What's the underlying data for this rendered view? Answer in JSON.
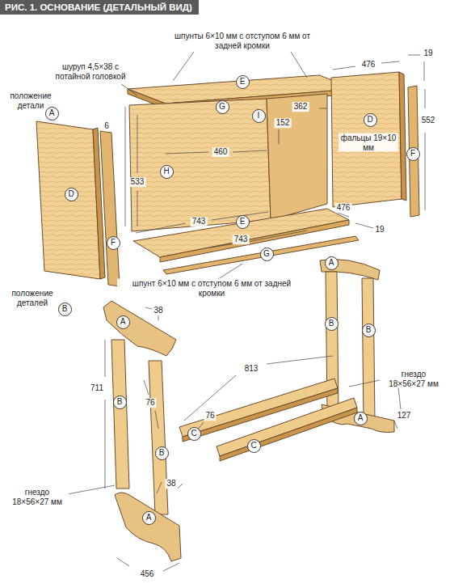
{
  "diagram": {
    "title": "РИС. 1. ОСНОВАНИЕ (ДЕТАЛЬНЫЙ ВИД)",
    "nodes": [
      {
        "text": [
          "E"
        ]
      },
      {
        "text": [
          "G"
        ]
      },
      {
        "text": [
          "I"
        ]
      },
      {
        "text": [
          "D"
        ]
      },
      {
        "text": [
          "A"
        ]
      },
      {
        "text": [
          "D"
        ]
      },
      {
        "text": [
          "H"
        ]
      },
      {
        "text": [
          "F"
        ]
      },
      {
        "text": [
          "F"
        ]
      },
      {
        "text": [
          "E"
        ]
      },
      {
        "text": [
          "G"
        ]
      },
      {
        "text": [
          "B"
        ]
      },
      {
        "text": [
          "A"
        ]
      },
      {
        "text": [
          "A"
        ]
      },
      {
        "text": [
          "B"
        ]
      },
      {
        "text": [
          "B"
        ]
      },
      {
        "text": [
          "B"
        ]
      },
      {
        "text": [
          "B"
        ]
      },
      {
        "text": [
          "C"
        ]
      },
      {
        "text": [
          "C"
        ]
      },
      {
        "text": [
          "A"
        ]
      },
      {
        "text": [
          "A"
        ]
      }
    ],
    "labels": [
      "шпунты 6×10 мм с отступом 6 мм от задней кромки",
      "шуруп 4,5×38 с потайной головкой",
      "положение детали",
      "6",
      "533",
      "743",
      "460",
      "362",
      "152",
      "476",
      "19",
      "552",
      "фальцы 19×10 мм",
      "476",
      "19",
      "743",
      "шпунт 6×10 мм с отступом 6 мм от задней кромки",
      "положение деталей",
      "38",
      "711",
      "76",
      "813",
      "76",
      "38",
      "гнездо 18×56×27 мм",
      "127",
      "гнездо 18×56×27 мм",
      "456"
    ]
  }
}
